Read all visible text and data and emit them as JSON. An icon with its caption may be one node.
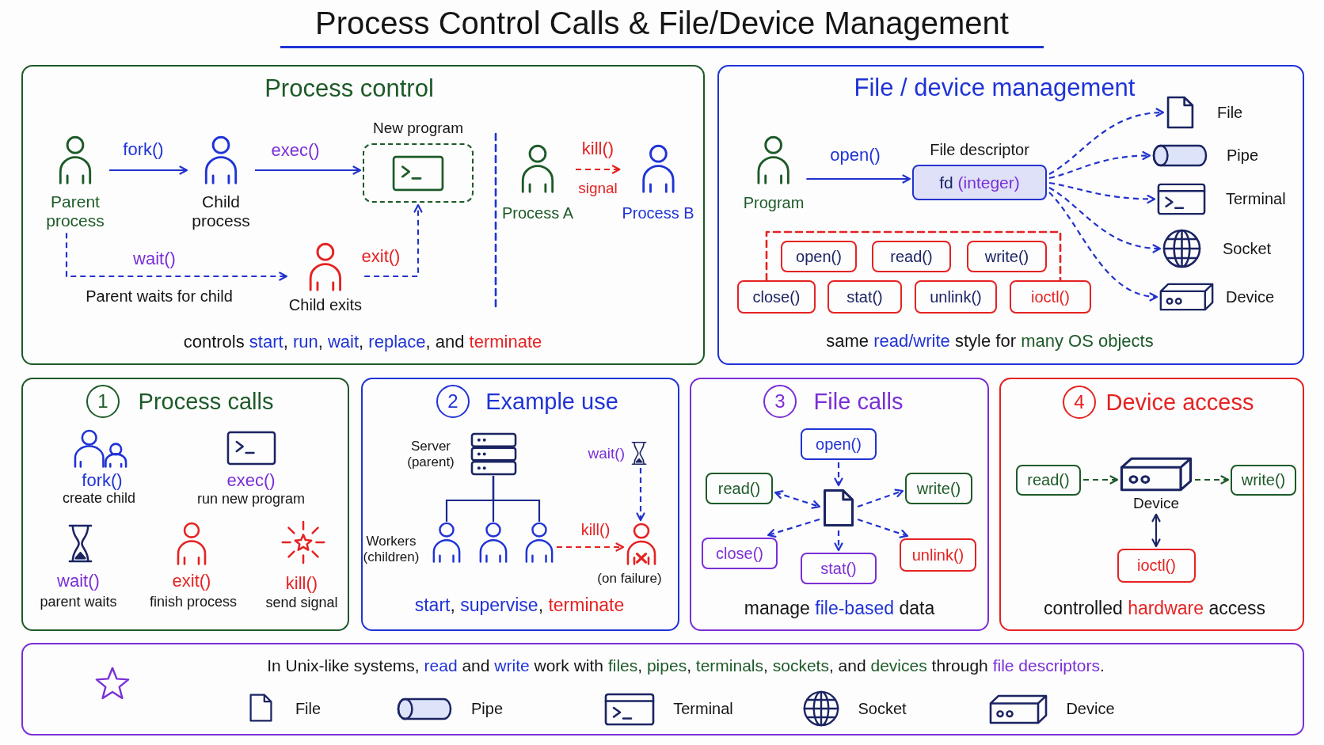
{
  "diagram": {
    "title": "Process Control Calls & File/Device Management",
    "nodes": [
      {
        "text": [
          "Process control",
          "controls start, run, wait, replace, and terminate"
        ]
      },
      {
        "text": [
          "Parent process"
        ],
        "in": 0
      },
      {
        "text": [
          "Child process"
        ],
        "in": 0
      },
      {
        "text": [
          "New program"
        ],
        "in": 0
      },
      {
        "text": [
          "Process A"
        ],
        "in": 0
      },
      {
        "text": [
          "Process B"
        ],
        "in": 0
      },
      {
        "text": [
          "Child exits"
        ],
        "in": 0
      },
      {
        "text": [
          "File / device management",
          "same read/write style for many OS objects"
        ]
      },
      {
        "text": [
          "Program"
        ],
        "in": 7
      },
      {
        "text": [
          "File descriptor",
          "fd (integer)"
        ],
        "in": 7
      },
      {
        "text": [
          "File"
        ],
        "in": 7
      },
      {
        "text": [
          "Pipe"
        ],
        "in": 7
      },
      {
        "text": [
          "Terminal"
        ],
        "in": 7
      },
      {
        "text": [
          "Socket"
        ],
        "in": 7
      },
      {
        "text": [
          "Device"
        ],
        "in": 7
      },
      {
        "text": [
          "open()"
        ],
        "in": 7
      },
      {
        "text": [
          "read()"
        ],
        "in": 7
      },
      {
        "text": [
          "write()"
        ],
        "in": 7
      },
      {
        "text": [
          "close()"
        ],
        "in": 7
      },
      {
        "text": [
          "stat()"
        ],
        "in": 7
      },
      {
        "text": [
          "unlink()"
        ],
        "in": 7
      },
      {
        "text": [
          "ioctl()"
        ],
        "in": 7
      },
      {
        "text": [
          "Process calls"
        ]
      },
      {
        "text": [
          "1"
        ],
        "in": 22
      },
      {
        "text": [
          "Example use",
          "start, supervise, terminate"
        ]
      },
      {
        "text": [
          "2"
        ],
        "in": 24
      },
      {
        "text": [
          "Server (parent)"
        ],
        "in": 24
      },
      {
        "text": [
          "wait()"
        ],
        "in": 24
      },
      {
        "text": [],
        "shape": "person",
        "in": 24
      },
      {
        "text": [],
        "shape": "person",
        "in": 24
      },
      {
        "text": [],
        "shape": "person",
        "in": 24
      },
      {
        "text": [],
        "shape": "person",
        "beside": [
          "(on failure)"
        ],
        "in": 24
      },
      {
        "text": [
          "File calls",
          "manage file-based data"
        ]
      },
      {
        "text": [
          "3"
        ],
        "in": 32
      },
      {
        "text": [
          "open()"
        ],
        "in": 32
      },
      {
        "text": [
          "read()"
        ],
        "in": 32
      },
      {
        "text": [],
        "shape": "picture",
        "in": 32
      },
      {
        "text": [
          "write()"
        ],
        "in": 32
      },
      {
        "text": [
          "close()"
        ],
        "in": 32
      },
      {
        "text": [
          "stat()"
        ],
        "in": 32
      },
      {
        "text": [
          "unlink()"
        ],
        "in": 32
      },
      {
        "text": [
          "Device access",
          "controlled hardware access"
        ]
      },
      {
        "text": [
          "4"
        ],
        "in": 41
      },
      {
        "text": [
          "read()"
        ],
        "in": 41
      },
      {
        "text": [
          "Device"
        ],
        "in": 41
      },
      {
        "text": [
          "write()"
        ],
        "in": 41
      },
      {
        "text": [
          "ioctl()"
        ],
        "in": 41
      },
      {
        "text": [
          "In Unix-like systems, read and write work with files, pipes, terminals, sockets, and devices through file descriptors."
        ]
      }
    ],
    "edges": [
      {
        "from": 1,
        "to": 2,
        "arrow": "to",
        "label": "fork()"
      },
      {
        "from": 2,
        "to": 3,
        "arrow": "to",
        "label": "exec()"
      },
      {
        "from": 1,
        "to": 6,
        "arrow": "to",
        "label": "wait()",
        "style": "dashed"
      },
      {
        "from": 6,
        "to": 3,
        "arrow": "to",
        "label": "exit()",
        "style": "dashed"
      },
      {
        "from": 4,
        "to": 5,
        "arrow": "to",
        "label": "kill()",
        "style": "dashed",
        "color": "#e52222"
      },
      {
        "from": 8,
        "to": 9,
        "arrow": "to",
        "label": "open()"
      },
      {
        "from": 9,
        "to": 10,
        "arrow": "to",
        "style": "dashed"
      },
      {
        "from": 9,
        "to": 11,
        "arrow": "to",
        "style": "dashed"
      },
      {
        "from": 9,
        "to": 12,
        "arrow": "to",
        "style": "dashed"
      },
      {
        "from": 9,
        "to": 13,
        "arrow": "to",
        "style": "dashed"
      },
      {
        "from": 9,
        "to": 14,
        "arrow": "to",
        "style": "dashed"
      },
      {
        "from": 26,
        "to": 28,
        "arrow": "none",
        "color": "#1b2a8a"
      },
      {
        "from": 26,
        "to": 29,
        "arrow": "none",
        "color": "#1b2a8a"
      },
      {
        "from": 26,
        "to": 30,
        "arrow": "none",
        "color": "#1b2a8a"
      },
      {
        "from": 27,
        "to": 31,
        "arrow": "to",
        "style": "dashed"
      },
      {
        "from": 30,
        "to": 31,
        "arrow": "to",
        "label": "kill()",
        "style": "dashed",
        "color": "#e52222"
      },
      {
        "from": 34,
        "to": 36,
        "arrow": "to",
        "style": "dashed"
      },
      {
        "from": 35,
        "to": 36,
        "arrow": "both",
        "style": "dashed"
      },
      {
        "from": 36,
        "to": 37,
        "arrow": "to",
        "style": "dashed"
      },
      {
        "from": 36,
        "to": 38,
        "arrow": "to",
        "style": "dashed"
      },
      {
        "from": 36,
        "to": 39,
        "arrow": "to",
        "style": "dashed"
      },
      {
        "from": 36,
        "to": 40,
        "arrow": "to",
        "style": "dashed"
      },
      {
        "from": 43,
        "to": 44,
        "arrow": "to",
        "style": "dashed",
        "color": "#1d5a28"
      },
      {
        "from": 44,
        "to": 45,
        "arrow": "to",
        "style": "dashed",
        "color": "#1d5a28"
      },
      {
        "from": 44,
        "to": 46,
        "arrow": "both",
        "color": "#1b2462"
      }
    ],
    "labels": [
      "signal",
      "Parent waits for child",
      "fork()",
      "create child",
      "exec()",
      "run new program",
      "wait()",
      "parent waits",
      "exit()",
      "finish process",
      "kill()",
      "send signal",
      "Workers (children)",
      "File",
      "Pipe",
      "Terminal",
      "Socket",
      "Device"
    ]
  }
}
